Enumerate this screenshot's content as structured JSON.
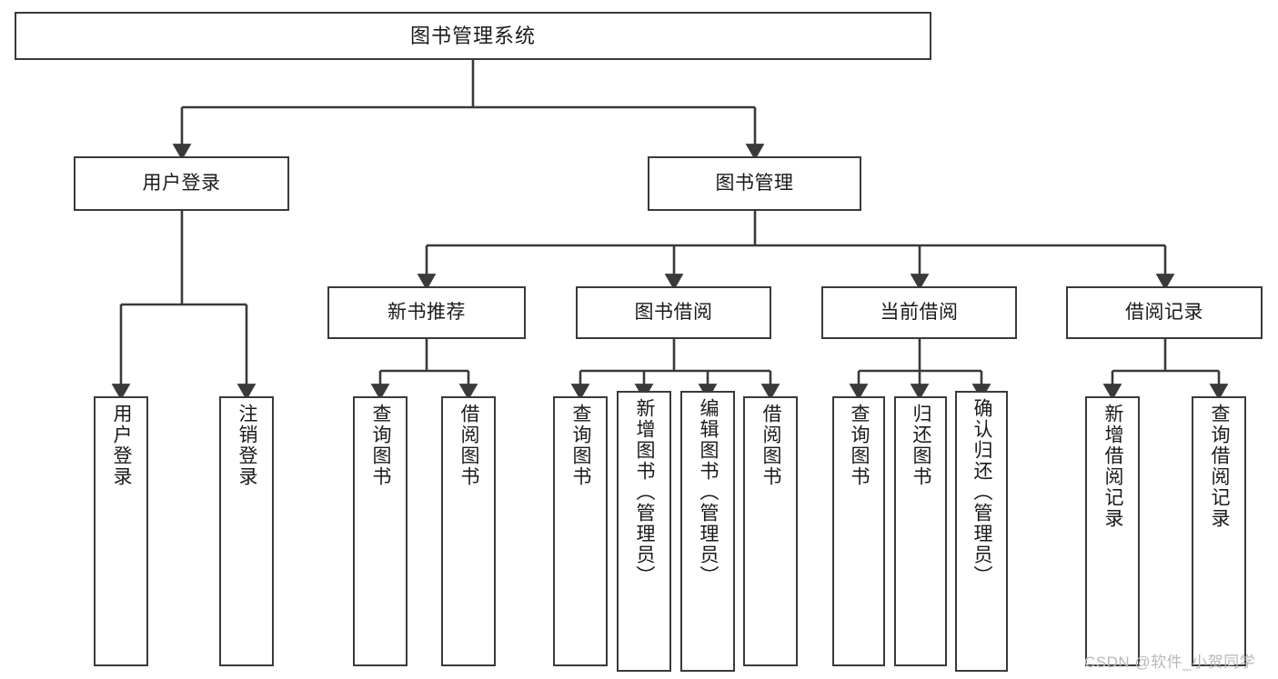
{
  "diagram": {
    "title": "图书管理系统",
    "type": "tree-diagram",
    "colors": {
      "background": "#ffffff",
      "box_border": "#3a3a3a",
      "box_fill": "#ffffff",
      "connector": "#3a3a3a",
      "text": "#1a1a1a",
      "watermark": "#b8b8b8"
    }
  },
  "nodes": {
    "root": {
      "label": "图书管理系统"
    },
    "level1": [
      {
        "label": "用户登录"
      },
      {
        "label": "图书管理"
      }
    ],
    "level2": [
      {
        "label": "新书推荐"
      },
      {
        "label": "图书借阅"
      },
      {
        "label": "当前借阅"
      },
      {
        "label": "借阅记录"
      }
    ],
    "leaves_user_login": [
      {
        "label": "用户登录"
      },
      {
        "label": "注销登录"
      }
    ],
    "leaves_new_book": [
      {
        "label": "查询图书"
      },
      {
        "label": "借阅图书"
      }
    ],
    "leaves_borrow": [
      {
        "label": "查询图书"
      },
      {
        "label": "新增图书（管理员）"
      },
      {
        "label": "编辑图书（管理员）"
      },
      {
        "label": "借阅图书"
      }
    ],
    "leaves_current": [
      {
        "label": "查询图书"
      },
      {
        "label": "归还图书"
      },
      {
        "label": "确认归还（管理员）"
      }
    ],
    "leaves_record": [
      {
        "label": "新增借阅记录"
      },
      {
        "label": "查询借阅记录"
      }
    ]
  },
  "watermark": {
    "text": "CSDN @软件_小贺同学"
  }
}
